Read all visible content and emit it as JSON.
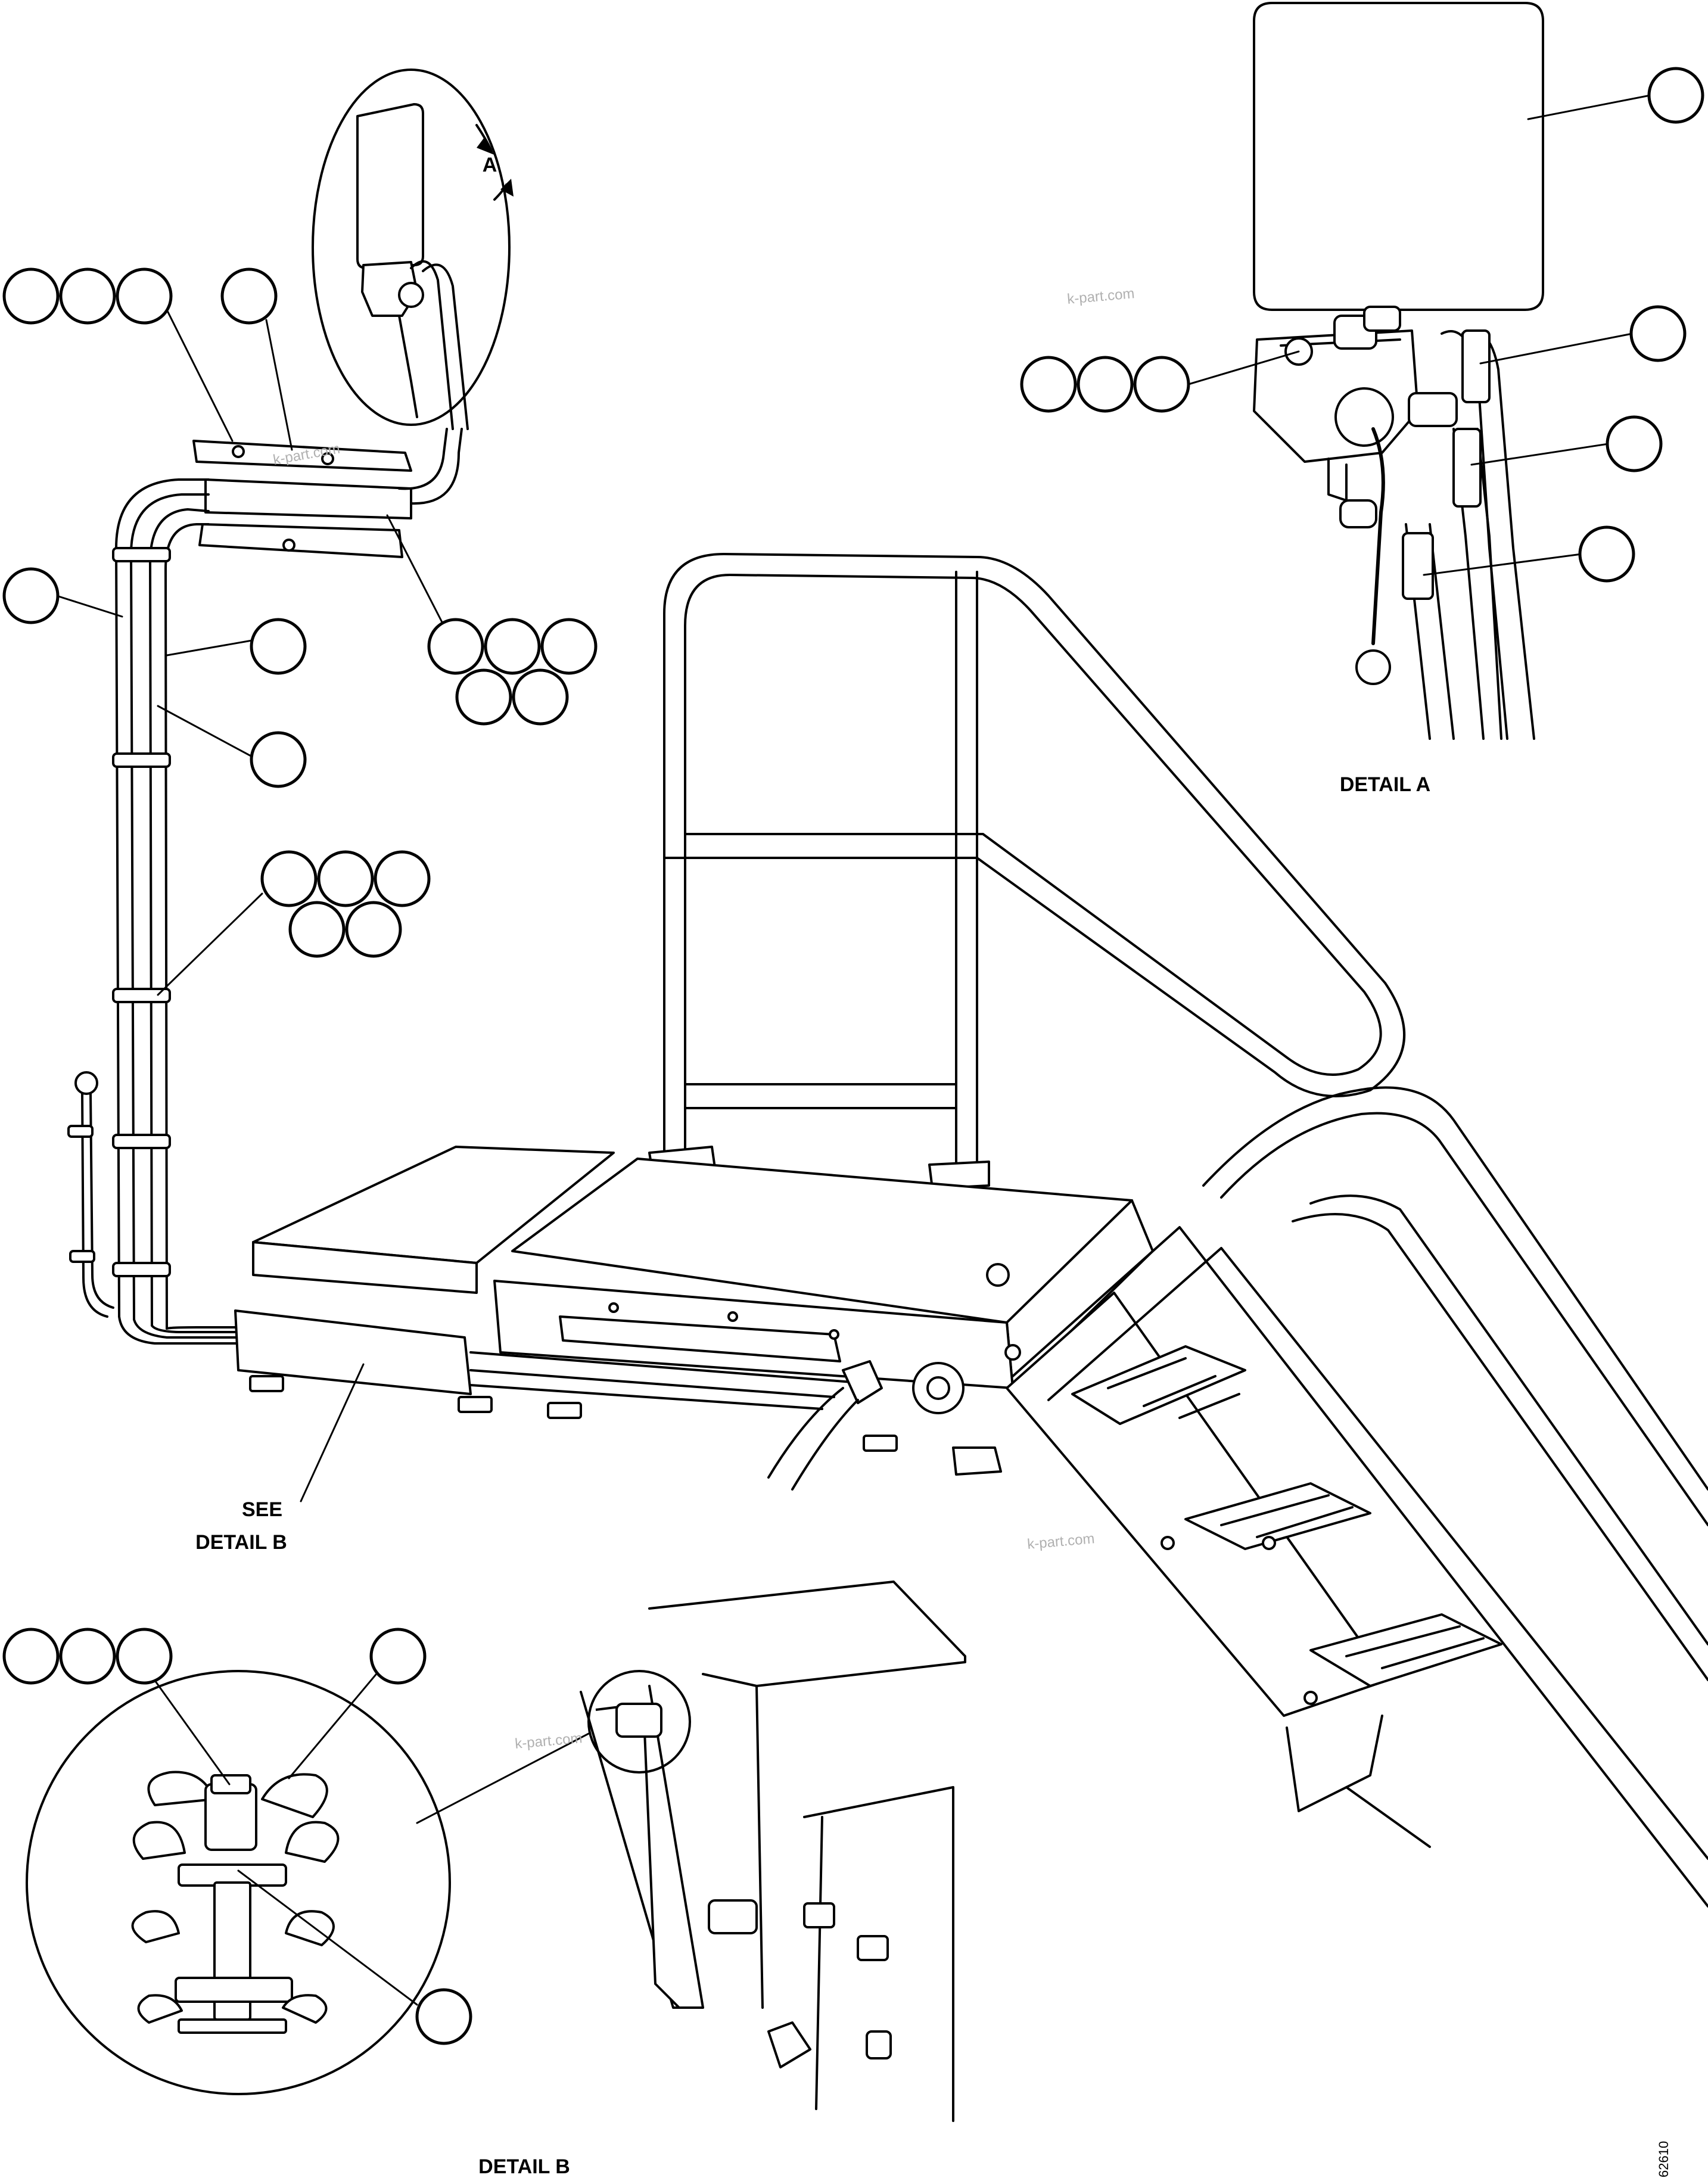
{
  "labels": {
    "detail_a": "DETAIL A",
    "detail_b": "DETAIL B",
    "see_line1": "SEE",
    "see_line2": "DETAIL B",
    "view_letter": "A",
    "drawing_code": "62610"
  },
  "watermarks": [
    "k-part.com",
    "k-part.com",
    "k-part.com",
    "k-part.com"
  ]
}
